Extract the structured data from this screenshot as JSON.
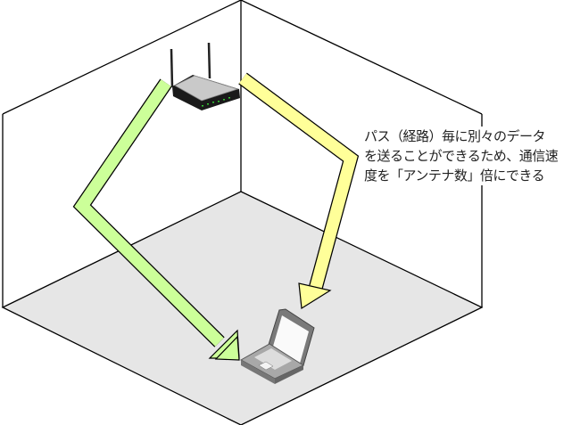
{
  "caption": {
    "lines": [
      "パス（経路）毎に別々のデータ",
      "を送ることができるため、通信速",
      "度を「アンテナ数」倍にできる"
    ]
  },
  "colors": {
    "floor": "#e6e6e6",
    "green_path": "#ccff99",
    "yellow_path": "#ffff99",
    "line": "#000000"
  },
  "icons": [
    "wireless-router-icon",
    "laptop-icon"
  ]
}
